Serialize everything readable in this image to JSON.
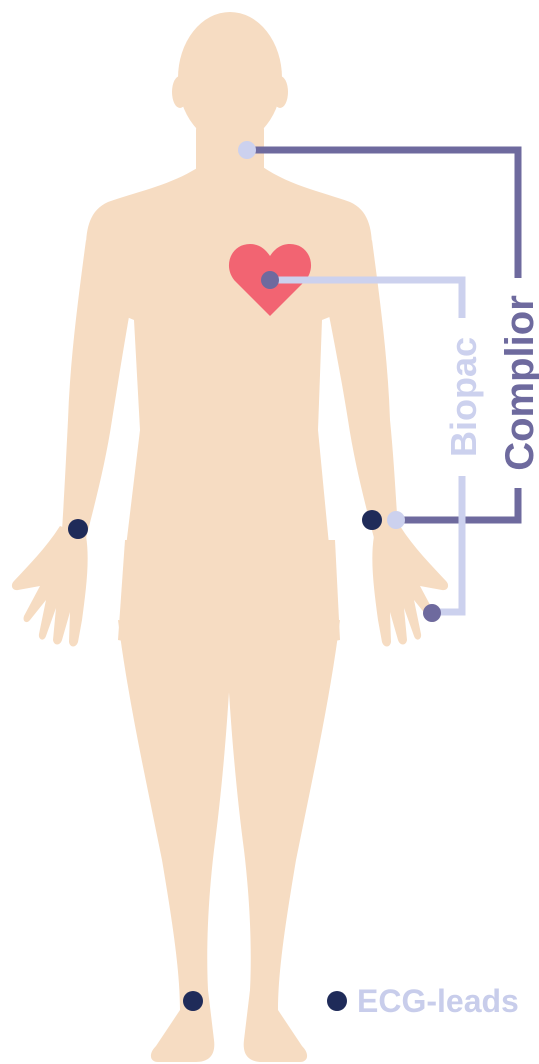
{
  "labels": {
    "complior": "Complior",
    "biopac": "Biopac",
    "legend_ecg": "ECG-leads"
  },
  "colors": {
    "skin": "#F6DCC2",
    "heart": "#F26472",
    "complior": "#6E6A9E",
    "biopac": "#CCD1EE",
    "ecg_lead": "#1F2B59",
    "legend_text": "#C8CDEB"
  },
  "icons": {
    "heart": "heart-icon",
    "ecg_lead": "ecg-lead-dot-icon"
  }
}
